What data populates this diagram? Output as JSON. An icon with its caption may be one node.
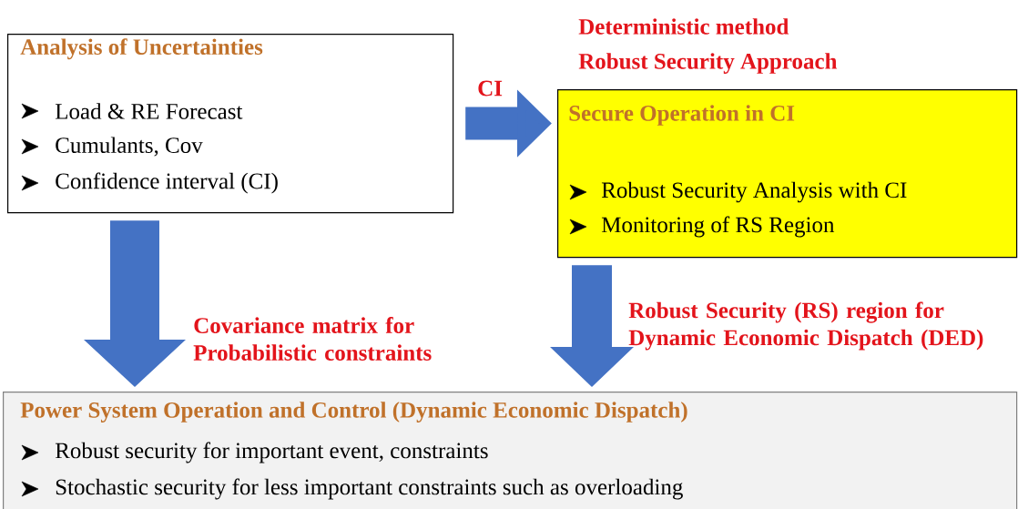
{
  "diagram": {
    "nodes": [
      {
        "text": [
          "Analysis of Uncertainties",
          "Load & RE Forecast",
          "Cumulants, Cov",
          "Confidence interval (CI)"
        ]
      },
      {
        "text": [
          "Secure Operation in CI",
          "Robust Security Analysis with CI",
          "Monitoring of RS Region"
        ],
        "beside": [
          "Deterministic method",
          "Robust Security Approach"
        ]
      },
      {
        "text": [
          "Power System Operation and Control (Dynamic Economic Dispatch)",
          "Robust security for important event, constraints",
          "Stochastic security for less important constraints such as overloading"
        ]
      }
    ],
    "edges": [
      {
        "from": 0,
        "to": 1,
        "arrow": "to",
        "label": "CI"
      },
      {
        "from": 0,
        "to": 2,
        "arrow": "to",
        "label": "Covariance matrix for Probabilistic constraints"
      },
      {
        "from": 1,
        "to": 2,
        "arrow": "to",
        "label": "Robust Security (RS) region for Dynamic Economic Dispatch (DED)"
      }
    ]
  }
}
